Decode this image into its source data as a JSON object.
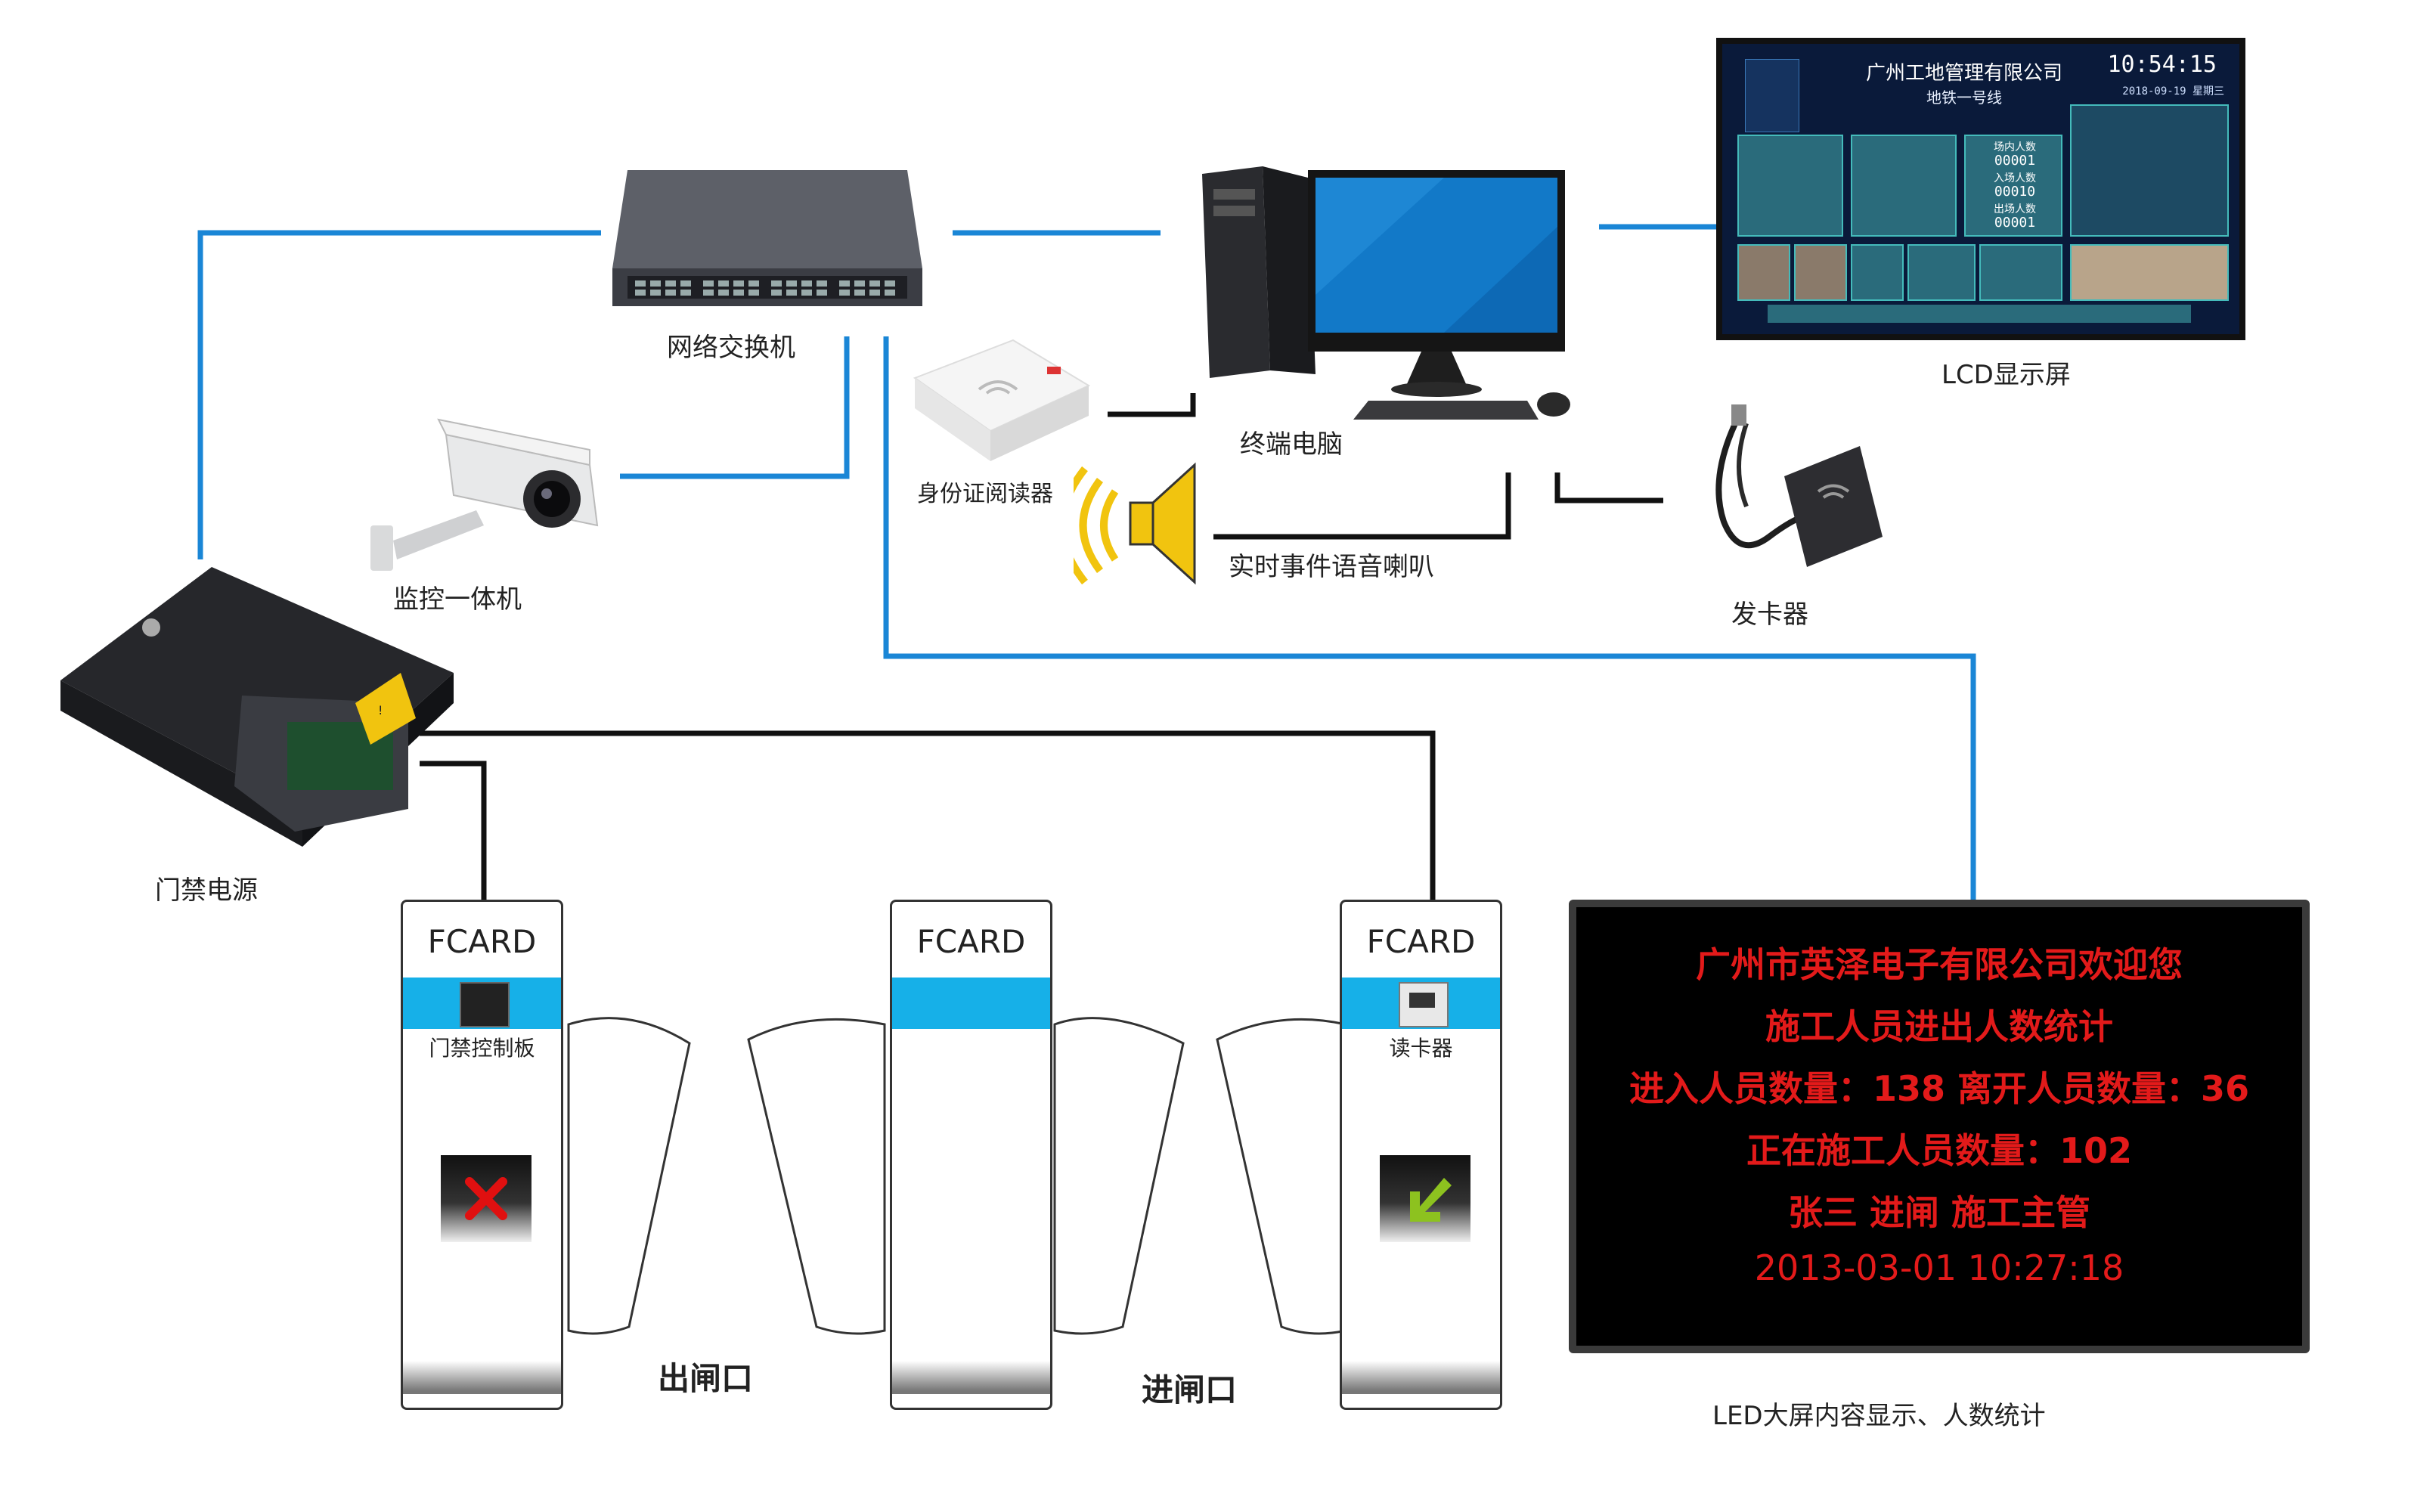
{
  "nodes": {
    "switch": "网络交换机",
    "camera": "监控一体机",
    "door_power": "门禁电源",
    "terminal": "终端电脑",
    "id_reader": "身份证阅读器",
    "speaker": "实时事件语音喇叭",
    "card_issuer": "发卡器",
    "lcd": "LCD显示屏",
    "led": "LED大屏内容显示、人数统计"
  },
  "lcd_screen": {
    "title": "广州工地管理有限公司",
    "subtitle": "地铁一号线",
    "time": "10:54:15",
    "date": "2018-09-19  星期三",
    "stats": [
      "场内人数",
      "00001",
      "入场人数",
      "00010",
      "出场人数",
      "00001"
    ]
  },
  "led_screen": {
    "lines": [
      "广州市英泽电子有限公司欢迎您",
      "施工人员进出人数统计",
      "进入人员数量：138  离开人员数量：36",
      "正在施工人员数量：102",
      "张三   进闸   施工主管",
      "2013-03-01  10:27:18"
    ],
    "text_color": "#e31a1a"
  },
  "gates": [
    {
      "brand": "FCARD",
      "component": "门禁控制板",
      "sign": "x-icon"
    },
    {
      "brand": "FCARD",
      "component": "",
      "sign": ""
    },
    {
      "brand": "FCARD",
      "component": "读卡器",
      "sign": "arrow-icon"
    }
  ],
  "lanes": {
    "exit": "出闸口",
    "entry": "进闸口"
  },
  "colors": {
    "network_line": "#1a86d6",
    "signal_line": "#111111",
    "band": "#16b0e8"
  }
}
